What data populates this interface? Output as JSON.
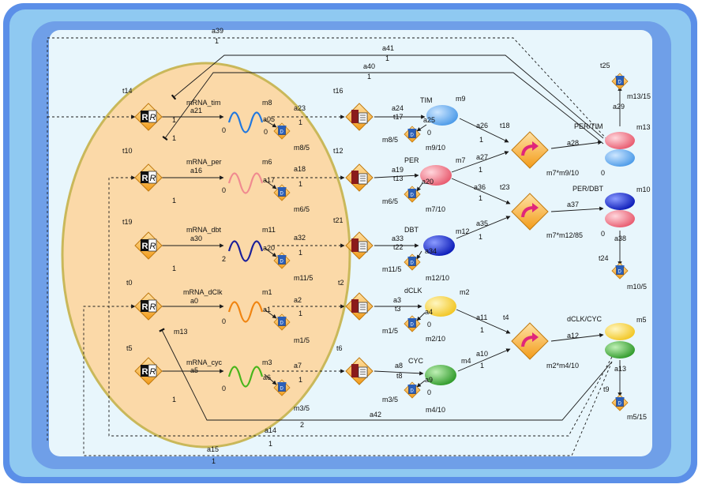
{
  "labels": {
    "a39": "a39",
    "one_a39": "1",
    "a41": "a41",
    "one_a41": "1",
    "a40": "a40",
    "one_a40": "1",
    "t25": "t25",
    "a29": "a29",
    "m13_15": "m13/15",
    "t14": "t14",
    "mRNA_tim": "mRNA_tim",
    "a21": "a21",
    "m8": "m8",
    "zero_m8": "0",
    "a05": "a05",
    "zero_m8d": "0",
    "m8_5": "m8/5",
    "a23": "a23",
    "one_a23": "1",
    "t16": "t16",
    "a24": "a24",
    "TIM": "TIM",
    "m9": "m9",
    "t17": "t17",
    "a25": "a25",
    "zero_t17": "0",
    "m8_5b": "m8/5",
    "m9_10": "m9/10",
    "a26": "a26",
    "one_a26": "1",
    "t18": "t18",
    "a28": "a28",
    "PER_TIM": "PER/TIM",
    "m13": "m13",
    "m7m9_10": "m7*m9/10",
    "zero_m13": "0",
    "one_t14": "1",
    "t10": "t10",
    "mRNA_per": "mRNA_per",
    "a16": "a16",
    "m6": "m6",
    "zero_m6": "0",
    "a17": "a17",
    "m6_5": "m6/5",
    "a18": "a18",
    "one_a18": "1",
    "t12": "t12",
    "a19": "a19",
    "PER": "PER",
    "m7": "m7",
    "t13": "t13",
    "a20": "a20",
    "m6_5b": "m6/5",
    "m7_10": "m7/10",
    "a27": "a27",
    "one_a27": "1",
    "a36": "a36",
    "one_a36": "1",
    "t23": "t23",
    "a37": "a37",
    "PER_DBT": "PER/DBT",
    "m10": "m10",
    "m7m12_85": "m7*m12/85",
    "zero_m10": "0",
    "a38": "a38",
    "t24": "t24",
    "m10_5": "m10/5",
    "one_t10": "1",
    "t19": "t19",
    "mRNA_dbt": "mRNA_dbt",
    "a30": "a30",
    "m11": "m11",
    "two_m11": "2",
    "a20b": "a20",
    "m11_5": "m11/5",
    "a32": "a32",
    "one_a32": "1",
    "t21": "t21",
    "a33": "a33",
    "DBT": "DBT",
    "t22": "t22",
    "a34": "a34",
    "m11_5b": "m11/5",
    "m12_10": "m12/10",
    "m12": "m12",
    "a35": "a35",
    "one_a35": "1",
    "one_t19": "1",
    "t0": "t0",
    "mRNA_dClk": "mRNA_dClk",
    "a0": "a0",
    "m1": "m1",
    "zero_m1": "0",
    "a1": "a1",
    "m1_5": "m1/5",
    "a2": "a2",
    "one_a2": "1",
    "t2": "t2",
    "a3": "a3",
    "dCLK": "dCLK",
    "m2": "m2",
    "t3": "t3",
    "a4": "a4",
    "zero_t3": "0",
    "m1_5b": "m1/5",
    "m2_10": "m2/10",
    "a11": "a11",
    "one_a11": "1",
    "t4": "t4",
    "a12": "a12",
    "dCLK_CYC": "dCLK/CYC",
    "m5": "m5",
    "m2m4_10": "m2*m4/10",
    "a13": "a13",
    "t9": "t9",
    "m5_15": "m5/15",
    "m13_lbl": "m13",
    "one_t0": "1",
    "t5": "t5",
    "mRNA_cyc": "mRNA_cyc",
    "a5": "a5",
    "m3": "m3",
    "zero_m3": "0",
    "a6": "a6",
    "m3_5": "m3/5",
    "a7": "a7",
    "one_a7": "1",
    "t6": "t6",
    "a8": "a8",
    "CYC": "CYC",
    "t8": "t8",
    "a9": "a9",
    "zero_t8": "0",
    "m3_5b": "m3/5",
    "m4_10": "m4/10",
    "m4": "m4",
    "a10": "a10",
    "one_a10": "1",
    "one_t5": "1",
    "a42": "a42",
    "two_a42": "2",
    "a14": "a14",
    "one_a14": "1",
    "a15": "a15",
    "one_a15": "1",
    "one_a21": "1",
    "one_a16": "1",
    "one_a30": "1",
    "one_a0": "1",
    "one_a5": "1",
    "one_m8d": "1"
  },
  "colors": {
    "cell_fill": "#fbd9a8",
    "cell_stroke": "#c9b85a",
    "node_orange": "#f7a629",
    "degrade_blue": "#2b5fb8",
    "tim": "#5aa8ee",
    "per": "#ef6f80",
    "dbt": "#1c2fd1",
    "dclk": "#f7d83a",
    "cyc": "#3faa3a",
    "arc": "#1a1a1a"
  },
  "icons": {
    "transcription": "rr-gene-icon",
    "translation": "book-translation-icon",
    "complex": "curved-arrow-icon",
    "degradation": "trash-can-icon",
    "mrna": "wave-icon"
  }
}
